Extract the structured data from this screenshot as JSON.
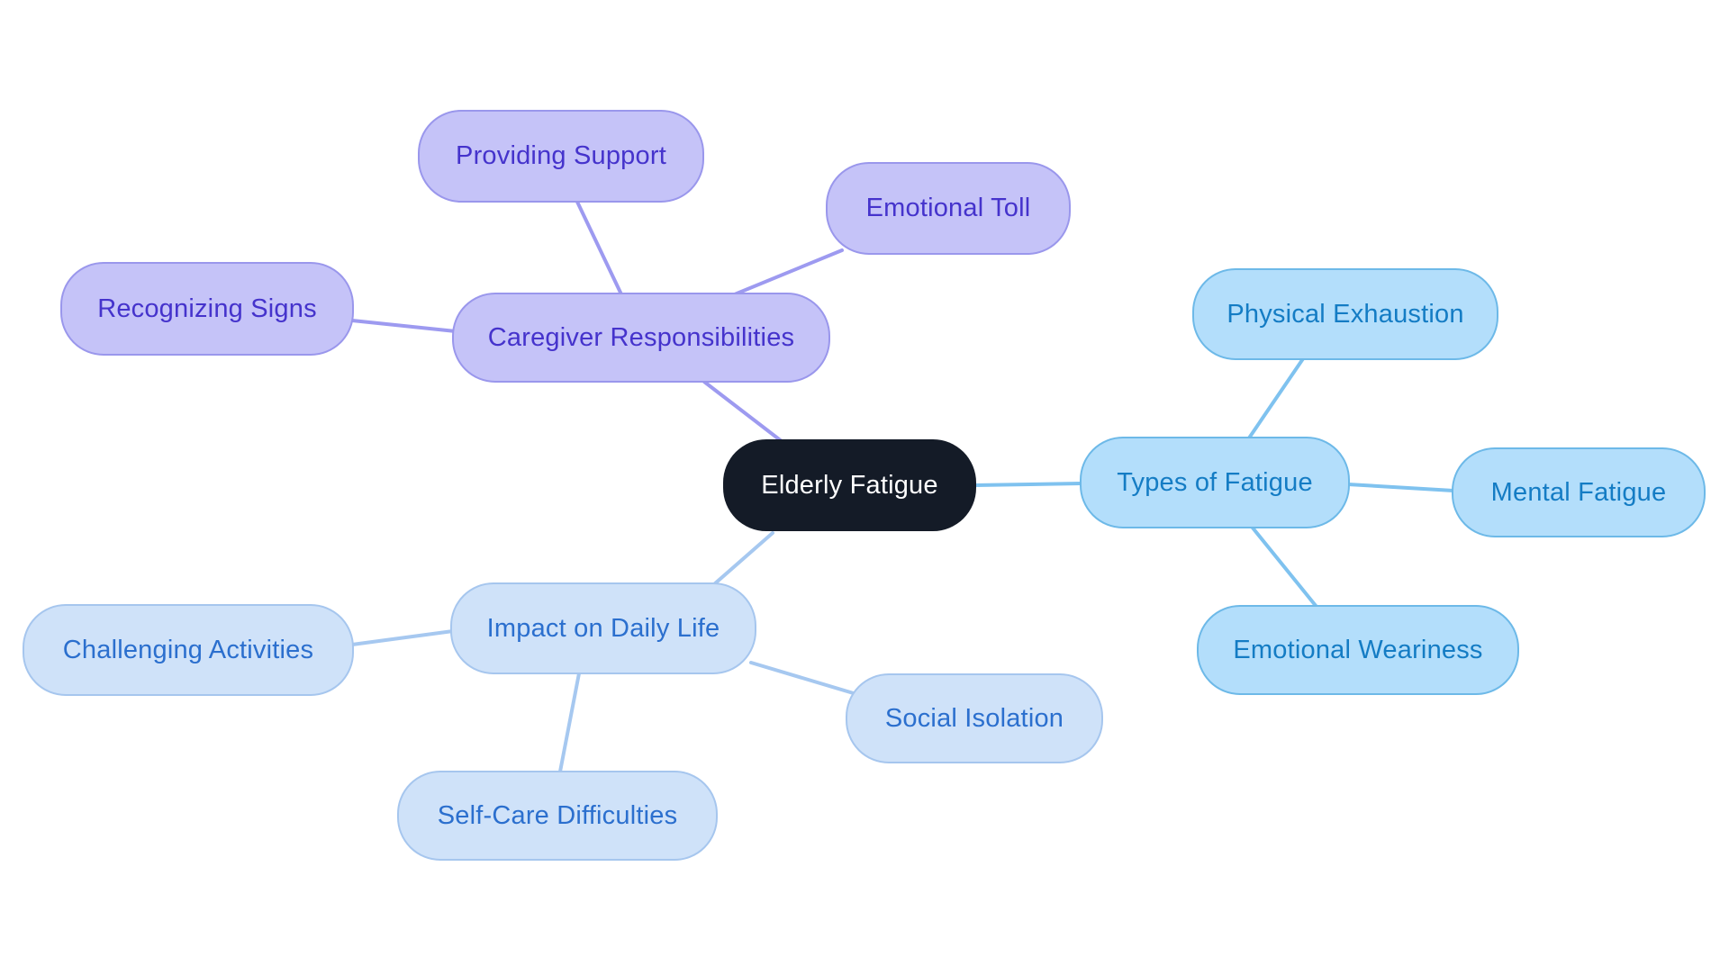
{
  "mindmap": {
    "type": "mindmap",
    "root": {
      "label": "Elderly Fatigue"
    },
    "branches": [
      {
        "label": "Caregiver Responsibilities",
        "children": [
          {
            "label": "Providing Support"
          },
          {
            "label": "Emotional Toll"
          },
          {
            "label": "Recognizing Signs"
          }
        ]
      },
      {
        "label": "Types of Fatigue",
        "children": [
          {
            "label": "Physical Exhaustion"
          },
          {
            "label": "Mental Fatigue"
          },
          {
            "label": "Emotional Weariness"
          }
        ]
      },
      {
        "label": "Impact on Daily Life",
        "children": [
          {
            "label": "Challenging Activities"
          },
          {
            "label": "Social Isolation"
          },
          {
            "label": "Self-Care Difficulties"
          }
        ]
      }
    ]
  },
  "colors": {
    "background": "#ffffff",
    "root_fill": "#141b27",
    "root_text": "#ffffff",
    "caregiver_fill": "#c5c3f8",
    "caregiver_border": "#9a97ec",
    "caregiver_text": "#4533cc",
    "caregiver_line": "#9d9af0",
    "types_fill": "#b3defb",
    "types_border": "#6db9e8",
    "types_text": "#147cc4",
    "types_line": "#7fc2ef",
    "impact_fill": "#cfe2f9",
    "impact_border": "#a6c6ee",
    "impact_text": "#2b6fce",
    "impact_line": "#a6c8f0"
  }
}
